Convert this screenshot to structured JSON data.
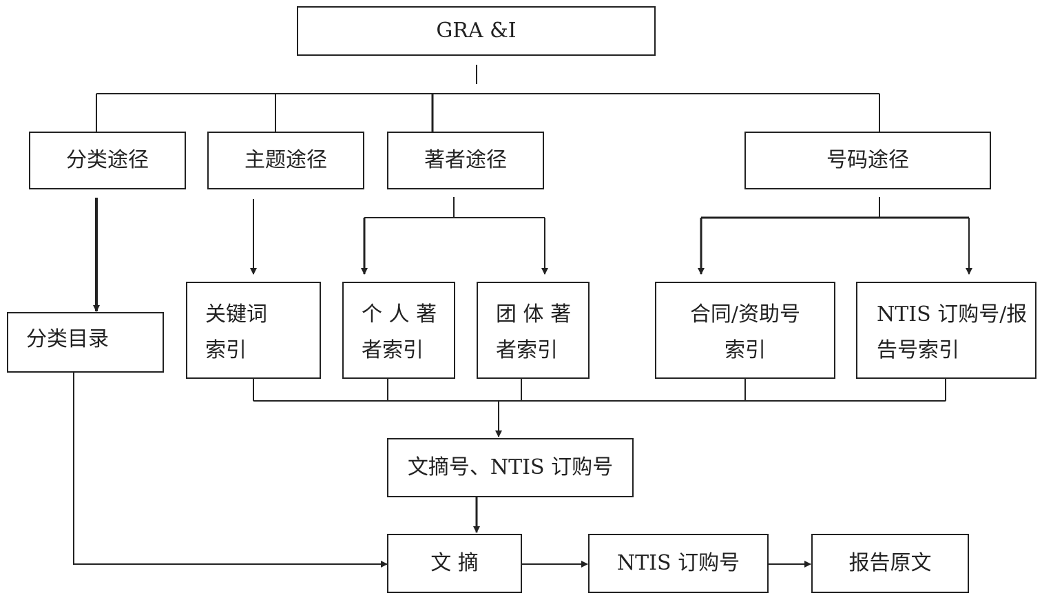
{
  "root": "GRA &I",
  "paths": {
    "classification": "分类途径",
    "subject": "主题途径",
    "author": "著者途径",
    "number": "号码途径"
  },
  "indexes": {
    "classified_catalog": "分类目录",
    "keyword_index": [
      "关键词",
      "索引"
    ],
    "personal_author_index": [
      "个 人 著",
      "者索引"
    ],
    "corporate_author_index": [
      "团 体 著",
      "者索引"
    ],
    "contract_grant_index": [
      "合同/资助号",
      "索引"
    ],
    "ntis_order_report_index": [
      "NTIS 订购号/报",
      "告号索引"
    ]
  },
  "abstract_number": "文摘号、NTIS 订购号",
  "abstract": "文 摘",
  "ntis_order_number": "NTIS 订购号",
  "report_original": "报告原文"
}
